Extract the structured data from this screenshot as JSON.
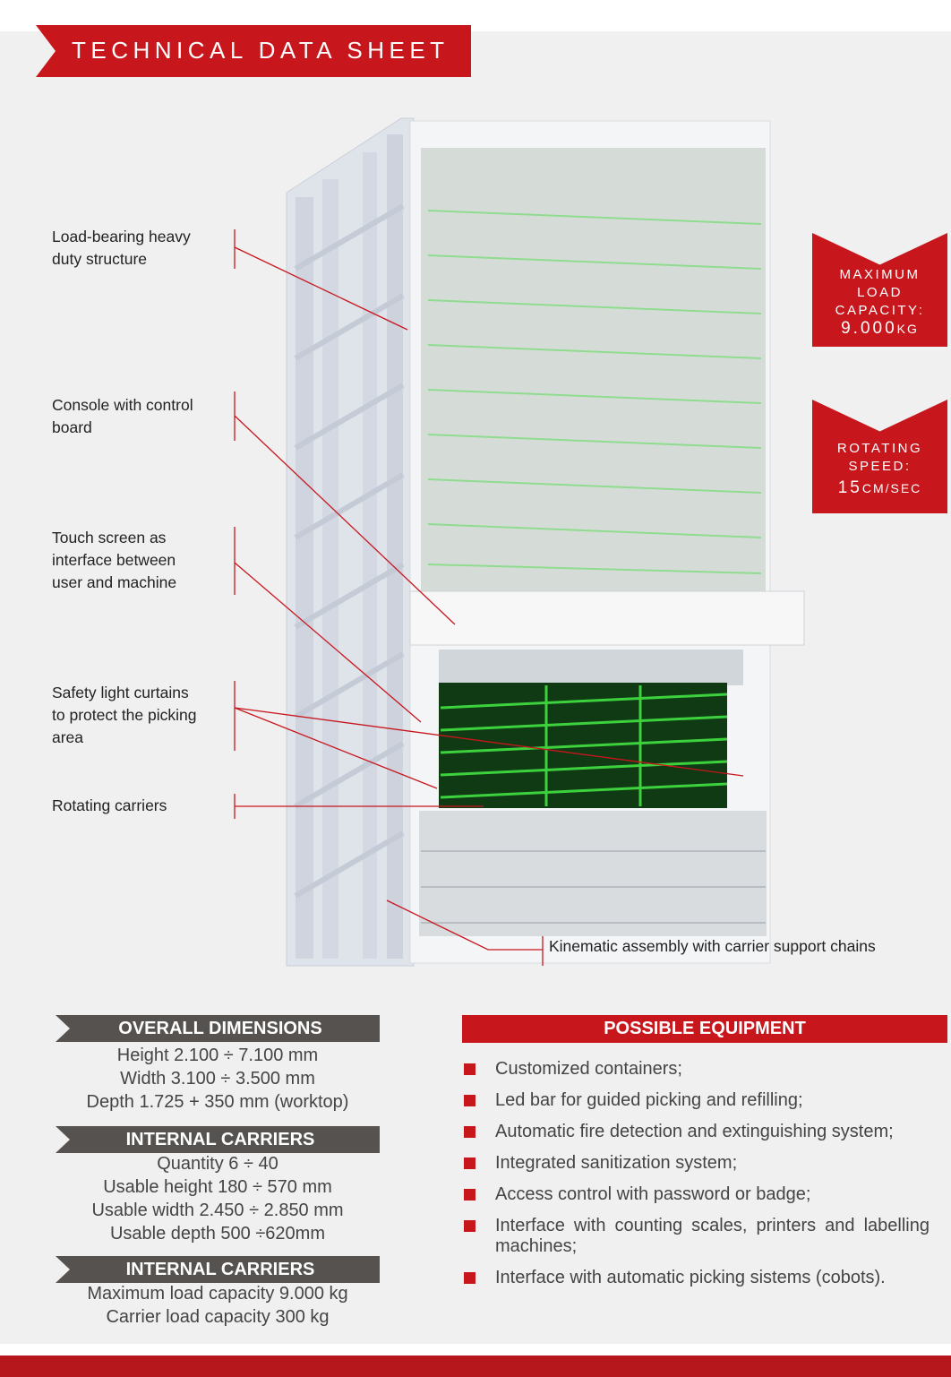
{
  "header": {
    "title": "TECHNICAL DATA SHEET"
  },
  "badges": [
    {
      "lines": [
        "MAXIMUM",
        "LOAD",
        "CAPACITY:"
      ],
      "value": "9.000",
      "unit": "KG"
    },
    {
      "lines": [
        "ROTATING",
        "SPEED:"
      ],
      "value": "15",
      "unit": "CM/SEC"
    }
  ],
  "callouts": [
    {
      "lines": [
        "Load-bearing heavy",
        "duty structure"
      ]
    },
    {
      "lines": [
        "Console with control",
        "board"
      ]
    },
    {
      "lines": [
        "Touch screen as",
        "interface between",
        "user and machine"
      ]
    },
    {
      "lines": [
        "Safety light curtains",
        "to protect the picking",
        "area"
      ]
    },
    {
      "lines": [
        "Rotating carriers"
      ]
    }
  ],
  "kinematic": "Kinematic assembly with carrier support chains",
  "specs": [
    {
      "title": "OVERALL DIMENSIONS",
      "rows": [
        "Height 2.100 ÷ 7.100 mm",
        "Width 3.100 ÷ 3.500 mm",
        "Depth 1.725 + 350 mm (worktop)"
      ]
    },
    {
      "title": "INTERNAL CARRIERS",
      "rows": [
        "Quantity 6 ÷ 40",
        "Usable height 180 ÷ 570 mm",
        "Usable width 2.450 ÷ 2.850 mm",
        "Usable depth 500 ÷620mm"
      ]
    },
    {
      "title": "INTERNAL CARRIERS",
      "rows": [
        "Maximum load capacity 9.000 kg",
        "Carrier load capacity 300 kg"
      ]
    }
  ],
  "equipment": {
    "title": "POSSIBLE EQUIPMENT",
    "items": [
      "Customized containers;",
      "Led bar for guided picking and refilling;",
      "Automatic fire detection and extinguishing system;",
      "Integrated sanitization system;",
      "Access control with password or badge;",
      "Interface with counting scales, printers and labelling machines;",
      "Interface with automatic picking sistems (cobots)."
    ]
  },
  "colors": {
    "red": "#c8161d",
    "dark": "#555250",
    "green": "#3dd13d"
  }
}
